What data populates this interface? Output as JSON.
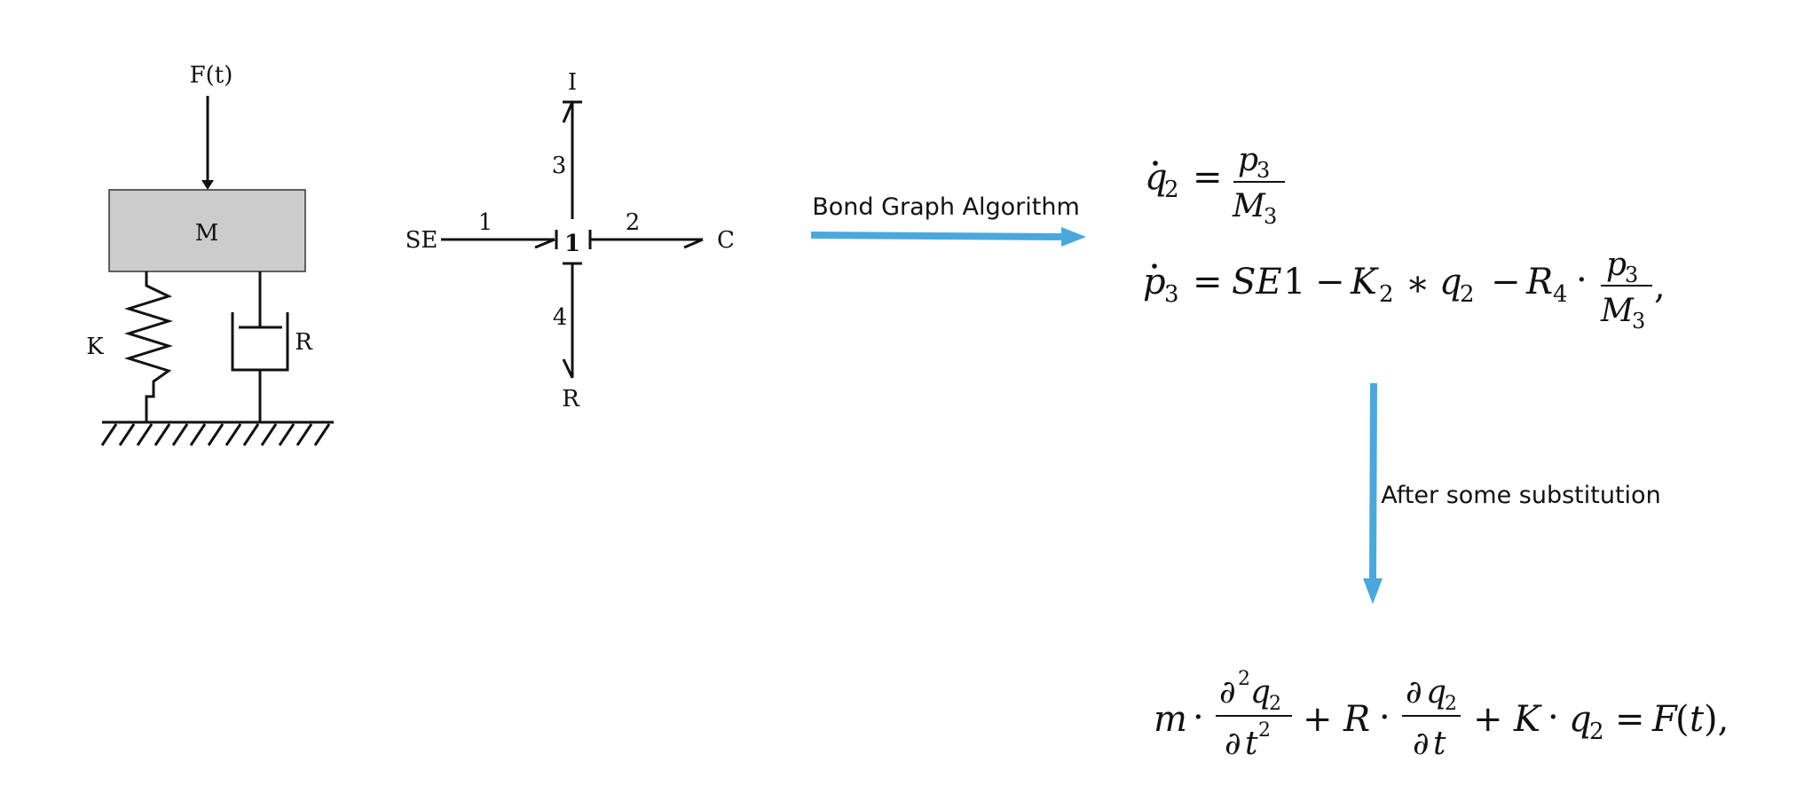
{
  "mechanical": {
    "force_label": "F(t)",
    "mass_label": "M",
    "spring_label": "K",
    "damper_label": "R"
  },
  "bond_graph": {
    "junction_label": "1",
    "source_label": "SE",
    "inertia_label": "I",
    "capacitor_label": "C",
    "resistor_label": "R",
    "bond_numbers": [
      "1",
      "2",
      "3",
      "4"
    ]
  },
  "arrows": {
    "horizontal_label": "Bond Graph Algorithm",
    "vertical_label": "After some substitution"
  },
  "colors": {
    "arrow": "#4aa8dc",
    "mass_fill": "#cccccc",
    "ink": "#111111"
  }
}
